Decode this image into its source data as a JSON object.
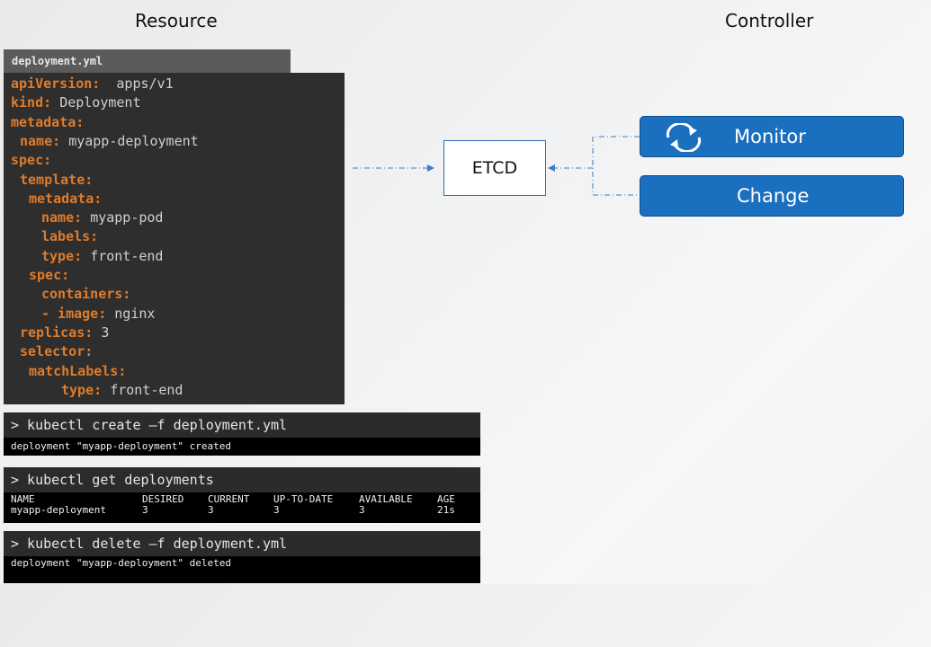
{
  "headings": {
    "resource": "Resource",
    "controller": "Controller"
  },
  "yaml": {
    "filename": "deployment.yml",
    "lines": [
      {
        "indent": 0,
        "key": "apiVersion:",
        "gap": "  ",
        "value": "apps/v1"
      },
      {
        "indent": 0,
        "key": "kind:",
        "gap": " ",
        "value": "Deployment"
      },
      {
        "indent": 0,
        "key": "metadata:",
        "gap": "",
        "value": ""
      },
      {
        "indent": 1,
        "key": "name:",
        "gap": " ",
        "value": "myapp-deployment"
      },
      {
        "indent": 0,
        "key": "spec:",
        "gap": "",
        "value": ""
      },
      {
        "indent": 1,
        "key": "template:",
        "gap": "",
        "value": ""
      },
      {
        "indent": 2,
        "key": "metadata:",
        "gap": "",
        "value": ""
      },
      {
        "indent": 3,
        "key": "name:",
        "gap": " ",
        "value": "myapp-pod"
      },
      {
        "indent": 3,
        "key": "labels:",
        "gap": "",
        "value": ""
      },
      {
        "indent": 3,
        "key": "type:",
        "gap": " ",
        "value": "front-end"
      },
      {
        "indent": 2,
        "key": "spec:",
        "gap": "",
        "value": ""
      },
      {
        "indent": 3,
        "key": "containers:",
        "gap": "",
        "value": ""
      },
      {
        "indent": 3,
        "key": "- image:",
        "gap": " ",
        "value": "nginx"
      },
      {
        "indent": 1,
        "key": "replicas:",
        "gap": " ",
        "value": "3"
      },
      {
        "indent": 1,
        "key": "selector:",
        "gap": "",
        "value": ""
      },
      {
        "indent": 2,
        "key": "matchLabels:",
        "gap": "",
        "value": ""
      },
      {
        "indent": 4,
        "key": "type:",
        "gap": " ",
        "value": "front-end"
      }
    ]
  },
  "terminals": [
    {
      "command": "> kubectl create –f deployment.yml",
      "output": "deployment \"myapp-deployment\" created"
    },
    {
      "command": "> kubectl get deployments",
      "table": {
        "headers": [
          "NAME",
          "DESIRED",
          "CURRENT",
          "UP-TO-DATE",
          "AVAILABLE",
          "AGE"
        ],
        "row": [
          "myapp-deployment",
          "3",
          "3",
          "3",
          "3",
          "21s"
        ]
      }
    },
    {
      "command": "> kubectl delete –f deployment.yml",
      "output": "deployment \"myapp-deployment\" deleted"
    }
  ],
  "etcd": {
    "label": "ETCD"
  },
  "controller": {
    "monitor": {
      "label": "Monitor",
      "icon": "refresh-icon"
    },
    "change": {
      "label": "Change"
    }
  },
  "colors": {
    "yaml_key": "#e07b2a",
    "yaml_value": "#cfcfcf",
    "controller_blue": "#1a6fbf",
    "connector": "#3b7cc4"
  }
}
